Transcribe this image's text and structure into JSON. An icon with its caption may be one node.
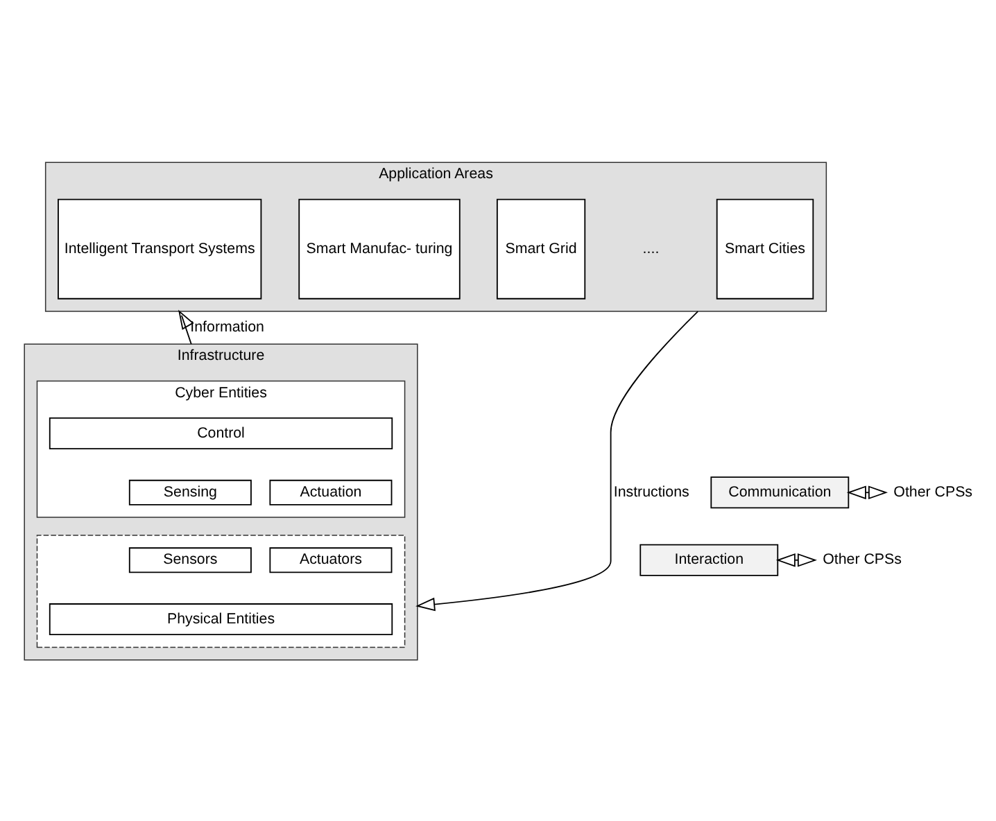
{
  "diagram": {
    "nodes": [
      {
        "text": [
          "Application Areas"
        ]
      },
      {
        "text": [
          "Intelligent Transport Systems"
        ],
        "in": 0
      },
      {
        "text": [
          "Smart Manufac- turing"
        ],
        "in": 0
      },
      {
        "text": [
          "Smart Grid"
        ],
        "in": 0
      },
      {
        "text": [
          "Smart Cities"
        ],
        "in": 0
      },
      {
        "text": [
          "Infrastructure"
        ]
      },
      {
        "text": [
          "Cyber Entities"
        ],
        "in": 5
      },
      {
        "text": [
          "Control"
        ],
        "in": 6
      },
      {
        "text": [
          "Sensing"
        ],
        "in": 6
      },
      {
        "text": [
          "Actuation"
        ],
        "in": 6
      },
      {
        "text": [],
        "shape": "box",
        "in": 5
      },
      {
        "text": [
          "Sensors"
        ],
        "in": 10
      },
      {
        "text": [
          "Actuators"
        ],
        "in": 10
      },
      {
        "text": [
          "Physical Entities"
        ],
        "in": 10
      },
      {
        "text": [
          "Communication"
        ]
      },
      {
        "text": [
          "Other CPSs"
        ]
      },
      {
        "text": [
          "Interaction"
        ]
      },
      {
        "text": [
          "Other CPSs"
        ]
      }
    ],
    "edges": [
      {
        "from": 5,
        "to": 0,
        "arrow": "to",
        "label": "Information"
      },
      {
        "from": 0,
        "to": 5,
        "arrow": "to",
        "label": "Instructions"
      },
      {
        "from": 14,
        "to": 15,
        "arrow": "both"
      },
      {
        "from": 16,
        "to": 17,
        "arrow": "both"
      }
    ],
    "labels": [
      "...."
    ]
  }
}
